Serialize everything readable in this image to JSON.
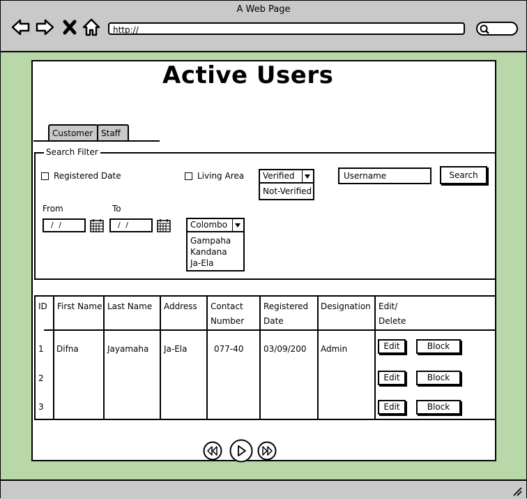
{
  "window": {
    "title": "A Web Page",
    "url": "http://"
  },
  "page": {
    "title": "Active Users"
  },
  "tabs": [
    {
      "label": "Customer"
    },
    {
      "label": "Staff"
    }
  ],
  "filter": {
    "legend": "Search Filter",
    "registered_date_label": "Registered Date",
    "living_area_label": "Living Area",
    "from_label": "From",
    "to_label": "To",
    "from_value": "/ /",
    "to_value": "/ /",
    "verification_selected": "Verified",
    "verification_options": [
      "Not-Verified"
    ],
    "area_selected": "Colombo",
    "area_options": [
      "Gampaha",
      "Kandana",
      "Ja-Ela"
    ],
    "username_value": "Username",
    "search_label": "Search"
  },
  "table": {
    "headers": [
      "ID",
      "First Name",
      "Last Name",
      "Address",
      "Contact Number",
      "Registered Date",
      "Designation",
      "Edit/ Delete"
    ],
    "header_lines": [
      [
        "ID"
      ],
      [
        "First Name"
      ],
      [
        "Last Name"
      ],
      [
        "Address"
      ],
      [
        "Contact",
        "Number"
      ],
      [
        "Registered",
        "Date"
      ],
      [
        "Designation"
      ],
      [
        "Edit/",
        "Delete"
      ]
    ],
    "rows": [
      {
        "id": "1",
        "first_name": "Difna",
        "last_name": "Jayamaha",
        "address": "Ja-Ela",
        "contact": "077-40",
        "registered": "03/09/200",
        "designation": "Admin"
      },
      {
        "id": "2",
        "first_name": "",
        "last_name": "",
        "address": "",
        "contact": "",
        "registered": "",
        "designation": ""
      },
      {
        "id": "3",
        "first_name": "",
        "last_name": "",
        "address": "",
        "contact": "",
        "registered": "",
        "designation": ""
      }
    ],
    "edit_label": "Edit",
    "block_label": "Block"
  },
  "pager": {
    "icons": [
      "rewind-icon",
      "play-icon",
      "fast-forward-icon"
    ]
  }
}
